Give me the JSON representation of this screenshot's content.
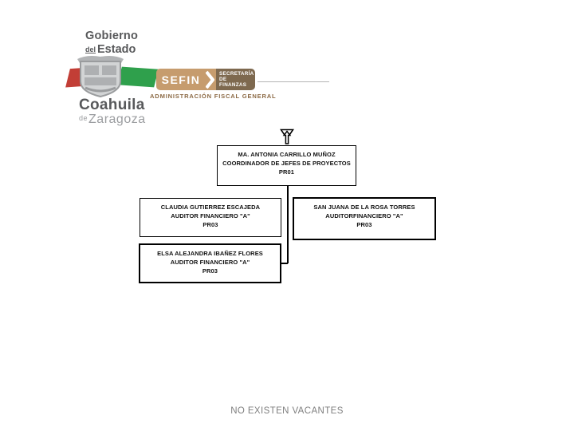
{
  "header": {
    "gobierno_line1": "Gobierno",
    "estado_prefix": "del",
    "estado": "Estado",
    "coahuila": "Coahuila",
    "zaragoza_prefix": "de",
    "zaragoza": "Zaragoza",
    "sefin": "SEFIN",
    "secretaria_line1": "SECRETARÍA",
    "secretaria_line2": "DE FINANZAS",
    "subtitle": "ADMINISTRACIÓN FISCAL GENERAL",
    "colors": {
      "flag_red": "#C23E36",
      "flag_green": "#2FA04C",
      "sefin_tan": "#C69C6E",
      "sefin_brown": "#7E694F",
      "brand_brown": "#8C6A45",
      "brand_gray": "#58595B",
      "light_gray": "#9B9DA0"
    }
  },
  "org_chart": {
    "icons": {
      "parent_link": "up-arrow-link-icon"
    },
    "nodes": [
      {
        "name": "MA. ANTONIA CARRILLO MUÑOZ",
        "title": "COORDINADOR DE JEFES DE PROYECTOS",
        "code": "PR01",
        "level": 1
      },
      {
        "name": "CLAUDIA GUTIERREZ ESCAJEDA",
        "title": "AUDITOR FINANCIERO \"A\"",
        "code": "PR03",
        "level": 2
      },
      {
        "name": "SAN JUANA DE LA ROSA TORRES",
        "title": "AUDITORFINANCIERO \"A\"",
        "code": "PR03",
        "level": 2
      },
      {
        "name": "ELSA ALEJANDRA IBAÑEZ FLORES",
        "title": "AUDITOR FINANCIERO \"A\"",
        "code": "PR03",
        "level": 2
      }
    ],
    "connector_color": "#000000"
  },
  "footer": {
    "note": "NO EXISTEN VACANTES"
  }
}
